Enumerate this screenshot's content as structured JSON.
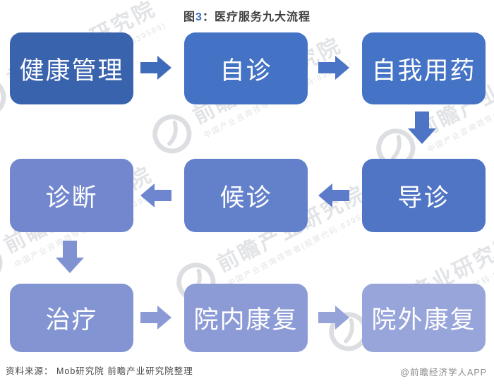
{
  "title": {
    "prefix": "图",
    "number": "3",
    "suffix": "：医疗服务九大流程",
    "number_color": "#3e6fb8"
  },
  "flow": {
    "boxes": [
      {
        "id": "health-management",
        "label": "健康管理",
        "color": "#3a63ad"
      },
      {
        "id": "self-diagnosis",
        "label": "自诊",
        "color": "#4472c4"
      },
      {
        "id": "self-medication",
        "label": "自我用药",
        "color": "#4573c5"
      },
      {
        "id": "diagnosis",
        "label": "诊断",
        "color": "#7287ce"
      },
      {
        "id": "waiting",
        "label": "候诊",
        "color": "#6380cb"
      },
      {
        "id": "guidance",
        "label": "导诊",
        "color": "#5075c5"
      },
      {
        "id": "treatment",
        "label": "治疗",
        "color": "#8394d3"
      },
      {
        "id": "in-hospital-rehab",
        "label": "院内康复",
        "color": "#8c9bd6"
      },
      {
        "id": "out-of-hospital-rehab",
        "label": "院外康复",
        "color": "#98a5da"
      }
    ],
    "arrows": [
      {
        "direction": "right",
        "color": "#3f6bbb"
      },
      {
        "direction": "right",
        "color": "#4a74c6"
      },
      {
        "direction": "down",
        "color": "#4e74c5"
      },
      {
        "direction": "left",
        "color": "#5c7cca"
      },
      {
        "direction": "left",
        "color": "#6e86cf"
      },
      {
        "direction": "down",
        "color": "#8092d2"
      },
      {
        "direction": "right",
        "color": "#8b99d5"
      },
      {
        "direction": "right",
        "color": "#96a3d8"
      }
    ]
  },
  "watermark": {
    "brand": "前瞻产业研究院",
    "tagline": "中国产业咨询领导者(股票代码:839599)"
  },
  "footer": {
    "source": "资料来源： Mob研究院 前瞻产业研究院整理",
    "credit": "@前瞻经济学人APP"
  }
}
